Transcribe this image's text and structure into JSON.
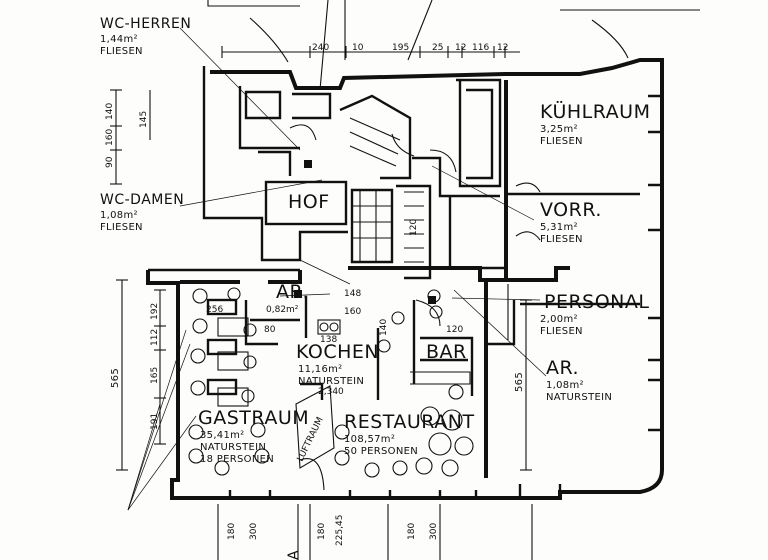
{
  "rooms": {
    "wc_herren": {
      "name": "WC-HERREN",
      "area": "1,44m²",
      "floor": "FLIESEN"
    },
    "wc_damen": {
      "name": "WC-DAMEN",
      "area": "1,08m²",
      "floor": "FLIESEN"
    },
    "hof": {
      "name": "HOF"
    },
    "kuehlraum": {
      "name": "KÜHLRAUM",
      "area": "3,25m²",
      "floor": "FLIESEN"
    },
    "vorr": {
      "name": "VORR.",
      "area": "5,31m²",
      "floor": "FLIESEN"
    },
    "personal": {
      "name": "PERSONAL",
      "area": "2,00m²",
      "floor": "FLIESEN"
    },
    "ar_right": {
      "name": "AR.",
      "area": "1,08m²",
      "floor": "NATURSTEIN"
    },
    "ar_left": {
      "name": "AR.",
      "area": "0,82m²"
    },
    "kochen": {
      "name": "KOCHEN",
      "area": "11,16m²",
      "floor": "NATURSTEIN"
    },
    "bar": {
      "name": "BAR"
    },
    "gastraum": {
      "name": "GASTRAUM",
      "area": "35,41m²",
      "floor": "NATURSTEIN",
      "persons": "18 PERSONEN"
    },
    "restaurant": {
      "name": "RESTAURANT",
      "area": "108,57m²",
      "persons": "50 PERSONEN"
    }
  },
  "labels": {
    "luftraum": "LUFTRAUM",
    "section_a": "A"
  },
  "dimensions": {
    "top": [
      "240",
      "10",
      "195",
      "25",
      "12",
      "116",
      "12"
    ],
    "left_upper": [
      "140",
      "145",
      "90",
      "160"
    ],
    "left_lower": [
      "192",
      "112",
      "165",
      "565",
      "191"
    ],
    "right": [
      "565"
    ],
    "inner": [
      "256",
      "80",
      "160",
      "148",
      "138",
      "140",
      "120",
      "120",
      "2,340"
    ],
    "bottom": [
      "180",
      "300",
      "180",
      "225,45",
      "180",
      "300"
    ]
  }
}
